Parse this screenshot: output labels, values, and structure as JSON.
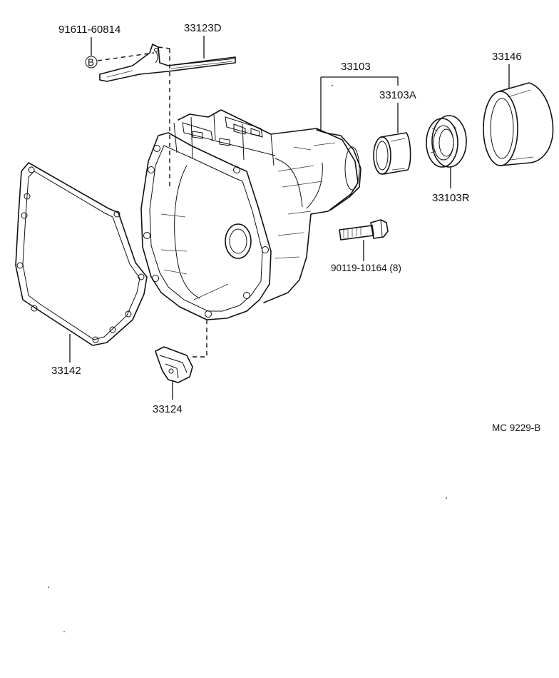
{
  "diagram_code": "MC 9229-B",
  "callout_symbol": "B",
  "labels": {
    "clamp_bolt": "91611-60814",
    "lever": "33123D",
    "housing": "33103",
    "bushing": "33103A",
    "oil_seal": "33103R",
    "dust_cover": "33146",
    "gasket": "33142",
    "bracket": "33124",
    "bolt": "90119-10164 (8)"
  }
}
